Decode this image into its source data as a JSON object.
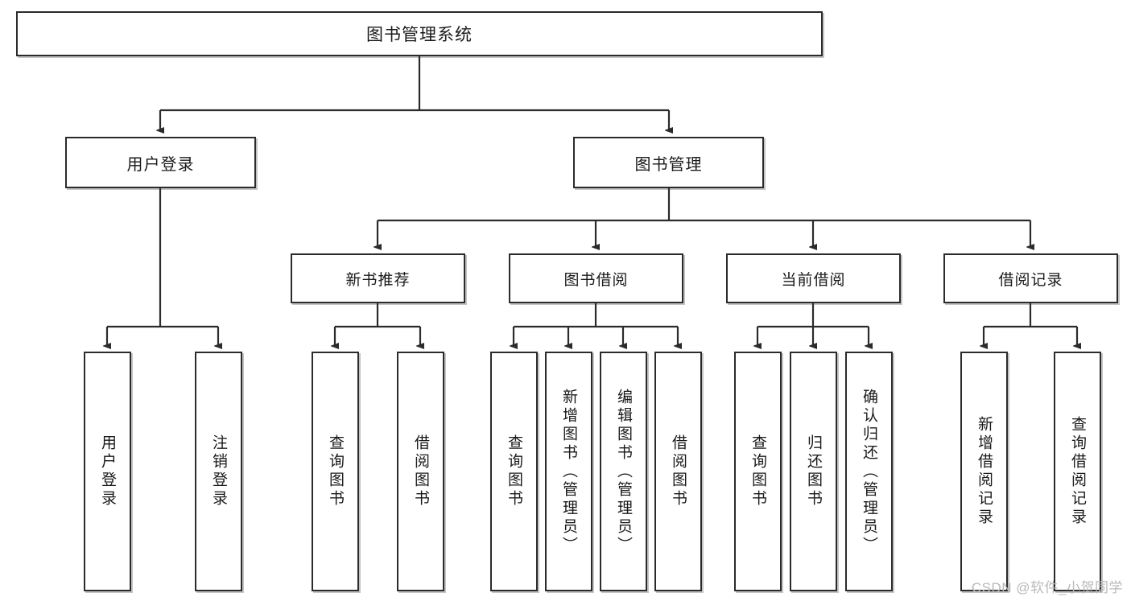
{
  "diagram": {
    "title": "图书管理系统",
    "type": "tree-hierarchy",
    "orientation": "top-down",
    "colors": {
      "box_border": "#2b2b2b",
      "box_fill": "#ffffff",
      "edge": "#1a1a1a",
      "canvas": "#ffffff",
      "watermark": "#b9b9b9"
    }
  },
  "root": {
    "label": "图书管理系统"
  },
  "level2": [
    {
      "label": "用户登录"
    },
    {
      "label": "图书管理"
    }
  ],
  "level3": [
    {
      "label": "新书推荐"
    },
    {
      "label": "图书借阅"
    },
    {
      "label": "当前借阅"
    },
    {
      "label": "借阅记录"
    }
  ],
  "leaves": {
    "user_login": [
      {
        "label": "用户登录"
      },
      {
        "label": "注销登录"
      }
    ],
    "new_book_recommend": [
      {
        "label": "查询图书"
      },
      {
        "label": "借阅图书"
      }
    ],
    "book_borrow": [
      {
        "label": "查询图书"
      },
      {
        "label": "新增图书（管理员）"
      },
      {
        "label": "编辑图书（管理员）"
      },
      {
        "label": "借阅图书"
      }
    ],
    "current_borrow": [
      {
        "label": "查询图书"
      },
      {
        "label": "归还图书"
      },
      {
        "label": "确认归还（管理员）"
      }
    ],
    "borrow_records": [
      {
        "label": "新增借阅记录"
      },
      {
        "label": "查询借阅记录"
      }
    ]
  },
  "watermark": {
    "text": "CSDN @软件_小贺同学"
  }
}
